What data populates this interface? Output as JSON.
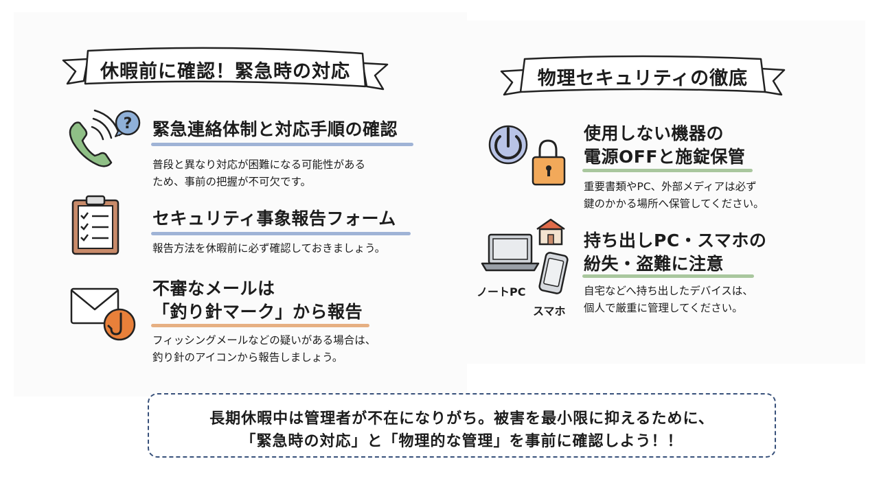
{
  "left_section": {
    "title": "休暇前に確認！緊急時の対応",
    "items": [
      {
        "icon": "phone-question-icon",
        "heading": [
          "緊急連絡体制と対応手順の確認"
        ],
        "description": [
          "普段と異なり対応が困難になる可能性がある",
          "ため、事前の把握が不可欠です。"
        ],
        "underline_color": "#9fb3d6"
      },
      {
        "icon": "clipboard-checklist-icon",
        "heading": [
          "セキュリティ事象報告フォーム"
        ],
        "description": [
          "報告方法を休暇前に必ず確認しておきましょう。"
        ],
        "underline_color": "#9fb3d6"
      },
      {
        "icon": "mail-fishhook-icon",
        "heading": [
          "不審なメールは",
          "「釣り針マーク」から報告"
        ],
        "description": [
          "フィッシングメールなどの疑いがある場合は、",
          "釣り針のアイコンから報告しましょう。"
        ],
        "underline_color": "#e6b083"
      }
    ]
  },
  "right_section": {
    "title": "物理セキュリティの徹底",
    "items": [
      {
        "icon": "power-lock-icon",
        "heading": [
          "使用しない機器の",
          "電源OFFと施錠保管"
        ],
        "description": [
          "重要書類やPC、外部メディアは必ず",
          "鍵のかかる場所へ保管してください。"
        ],
        "underline_color": "#a9c79e"
      },
      {
        "icon": "laptop-phone-home-icon",
        "heading": [
          "持ち出しPC・スマホの",
          "紛失・盗難に注意"
        ],
        "description": [
          "自宅などへ持ち出したデバイスは、",
          "個人で厳重に管理してください。"
        ],
        "underline_color": "#a9c79e",
        "device_labels": [
          "ノートPC",
          "スマホ"
        ]
      }
    ]
  },
  "summary": {
    "lines": [
      "長期休暇中は管理者が不在になりがち。被害を最小限に抑えるために、",
      "「緊急時の対応」と「物理的な管理」を事前に確認しよう！！"
    ],
    "border_color": "#37507a"
  }
}
